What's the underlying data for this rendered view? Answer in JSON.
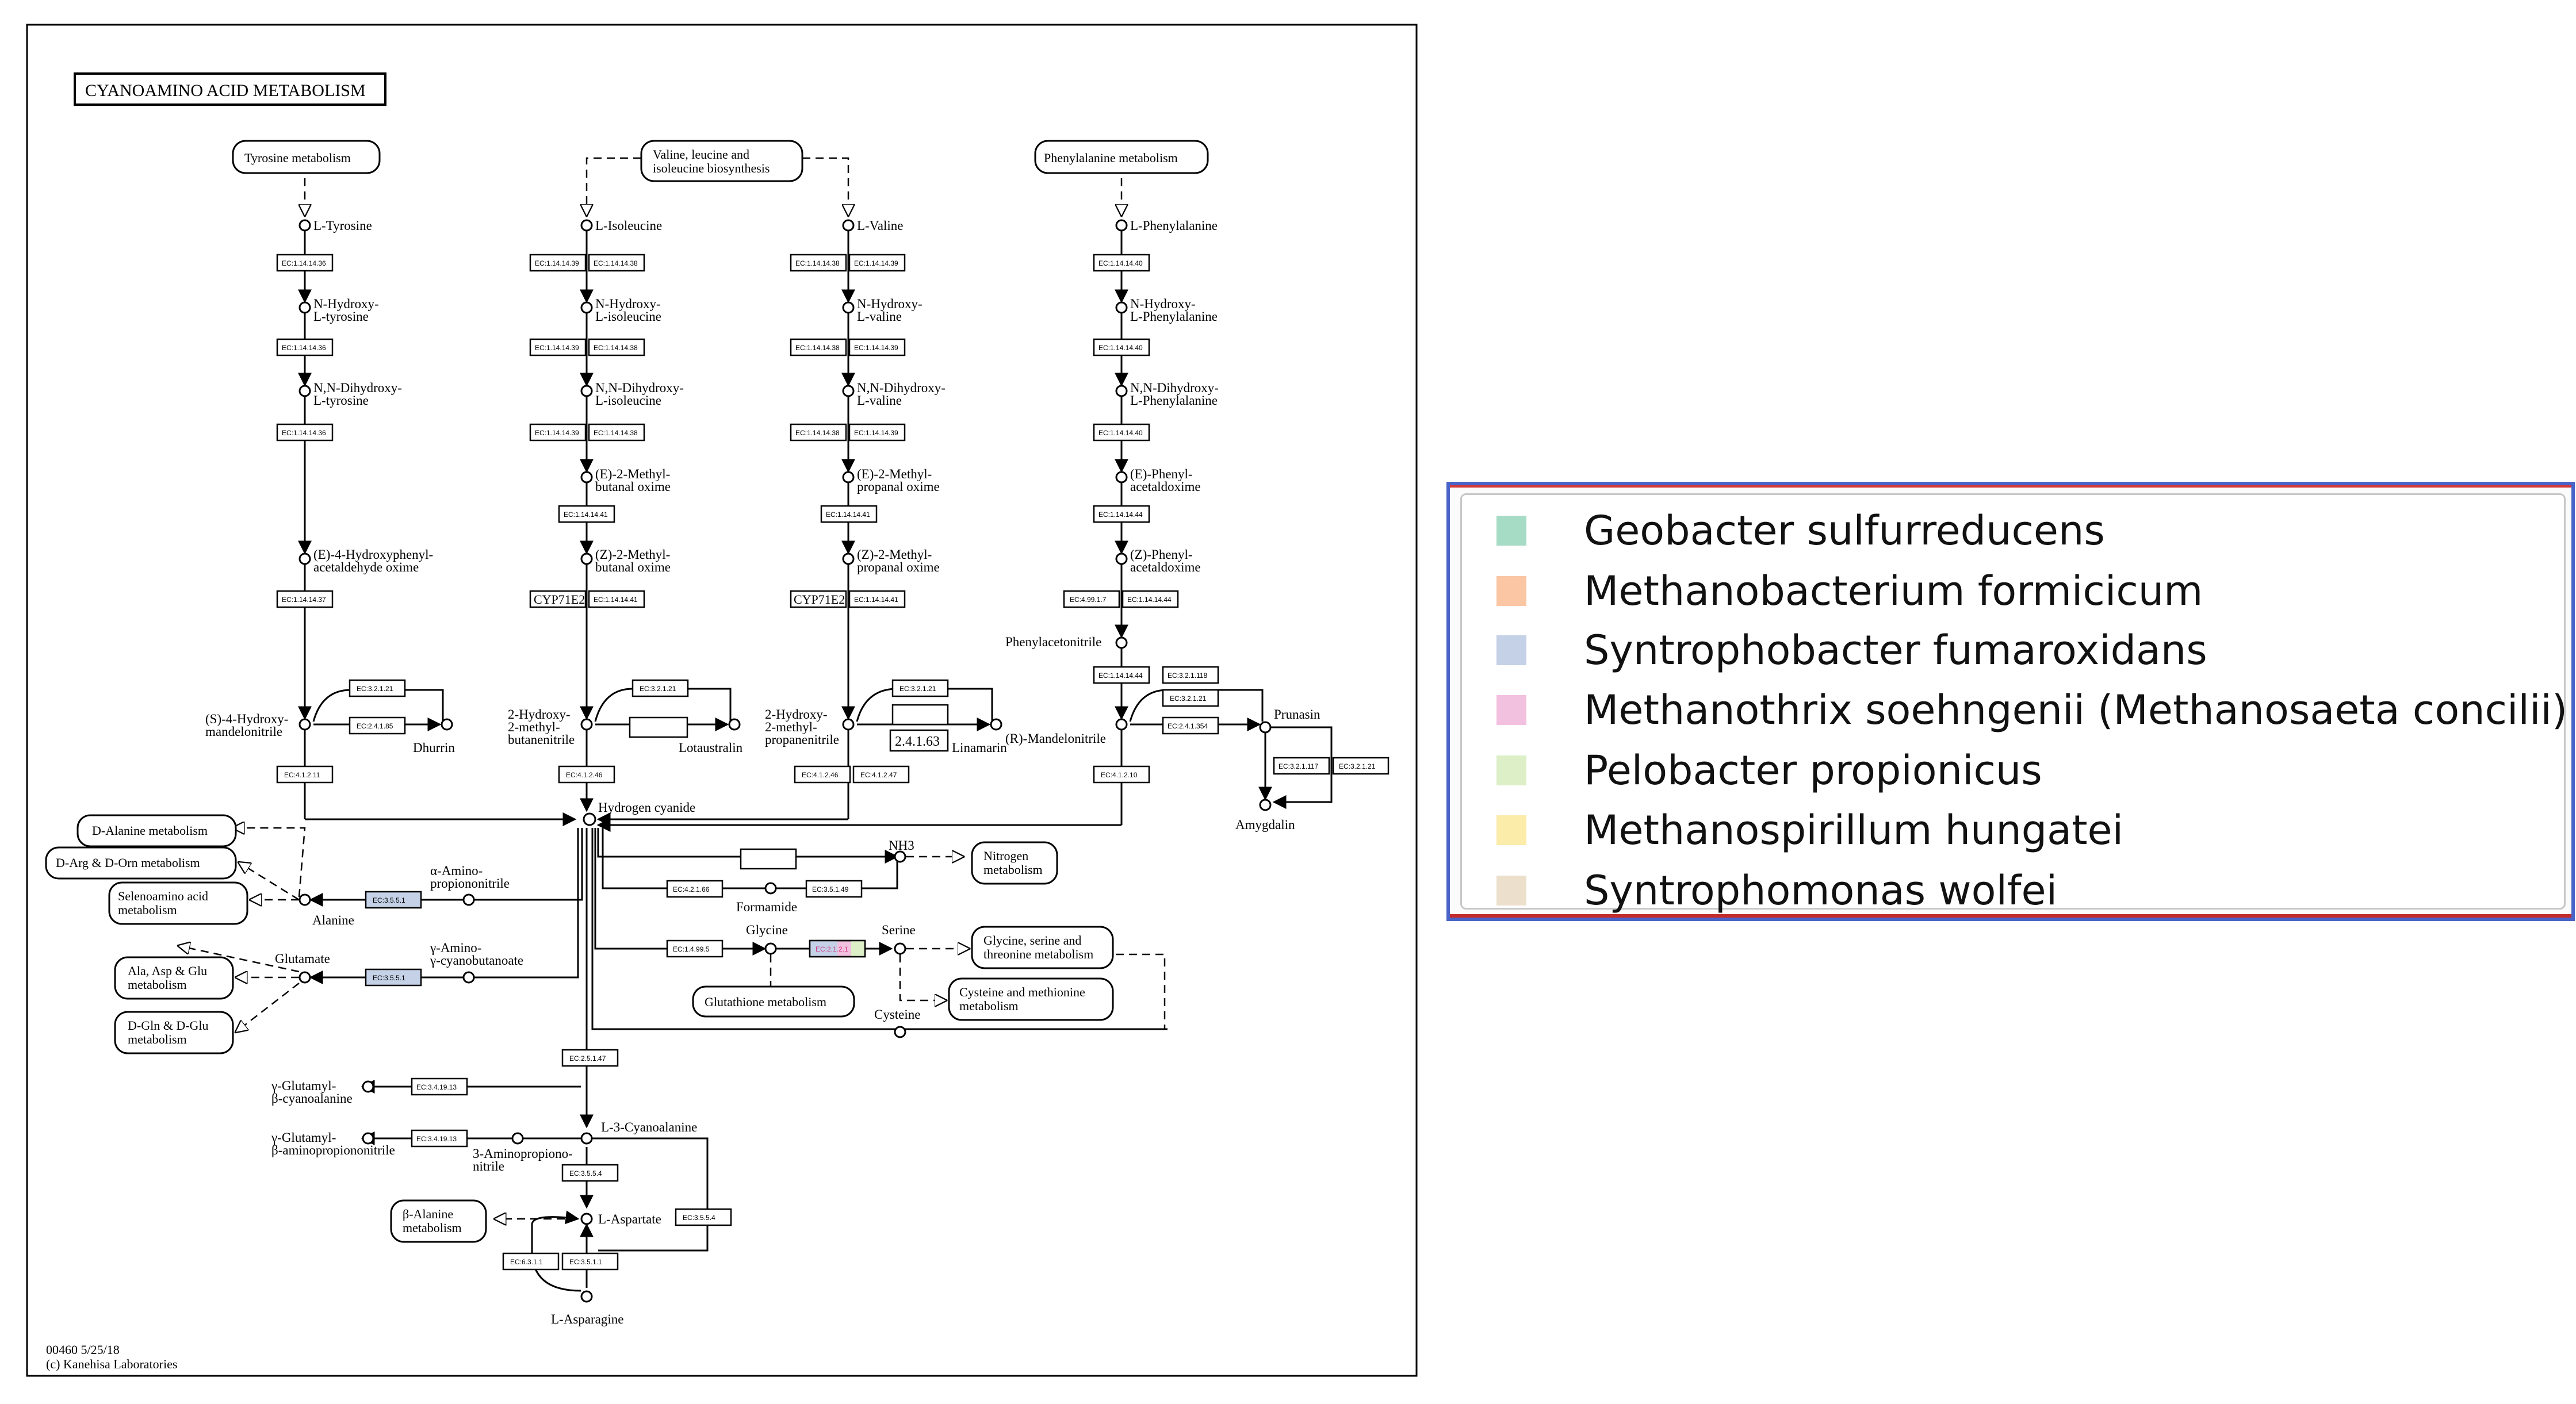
{
  "map": {
    "title": "CYANOAMINO ACID METABOLISM",
    "footer_id": "00460 5/25/18",
    "footer_copyright": "(c) Kanehisa Laboratories",
    "pathways": {
      "tyrosine": "Tyrosine metabolism",
      "valine1": "Valine, leucine and",
      "valine2": "isoleucine biosynthesis",
      "phenylalanine": "Phenylalanine metabolism",
      "d_alanine": "D-Alanine metabolism",
      "d_arg": "D-Arg & D-Orn metabolism",
      "seleno1": "Selenoamino acid",
      "seleno2": "metabolism",
      "ala1": "Ala, Asp & Glu",
      "ala2": "metabolism",
      "dgln1": "D-Gln & D-Glu",
      "dgln2": "metabolism",
      "nitrogen1": "Nitrogen",
      "nitrogen2": "metabolism",
      "glycine1": "Glycine, serine and",
      "glycine2": "threonine metabolism",
      "cysteine1": "Cysteine and methionine",
      "cysteine2": "metabolism",
      "glutathione": "Glutathione metabolism",
      "balanine1": "β-Alanine",
      "balanine2": "metabolism"
    },
    "compounds": {
      "l_tyrosine": "L-Tyrosine",
      "n_hydroxy_tyr1": "N-Hydroxy-",
      "n_hydroxy_tyr2": "L-tyrosine",
      "nn_tyr1": "N,N-Dihydroxy-",
      "nn_tyr2": "L-tyrosine",
      "e4_1": "(E)-4-Hydroxyphenyl-",
      "e4_2": "acetaldehyde oxime",
      "s4_1": "(S)-4-Hydroxy-",
      "s4_2": "mandelonitrile",
      "dhurrin": "Dhurrin",
      "l_isoleucine": "L-Isoleucine",
      "n_ile1": "N-Hydroxy-",
      "n_ile2": "L-isoleucine",
      "nn_ile1": "N,N-Dihydroxy-",
      "nn_ile2": "L-isoleucine",
      "e2m_but1": "(E)-2-Methyl-",
      "e2m_but2": "butanal oxime",
      "z2m_but1": "(Z)-2-Methyl-",
      "z2m_but2": "butanal oxime",
      "h2m_but1": "2-Hydroxy-",
      "h2m_but2": "2-methyl-",
      "h2m_but3": "butanenitrile",
      "lotaustralin": "Lotaustralin",
      "l_valine": "L-Valine",
      "n_val1": "N-Hydroxy-",
      "n_val2": "L-valine",
      "nn_val1": "N,N-Dihydroxy-",
      "nn_val2": "L-valine",
      "e2m_pro1": "(E)-2-Methyl-",
      "e2m_pro2": "propanal oxime",
      "z2m_pro1": "(Z)-2-Methyl-",
      "z2m_pro2": "propanal oxime",
      "h2m_pro1": "2-Hydroxy-",
      "h2m_pro2": "2-methyl-",
      "h2m_pro3": "propanenitrile",
      "linamarin": "Linamarin",
      "l_phe": "L-Phenylalanine",
      "n_phe1": "N-Hydroxy-",
      "n_phe2": "L-Phenylalanine",
      "nn_phe1": "N,N-Dihydroxy-",
      "nn_phe2": "L-Phenylalanine",
      "e_phenyl1": "(E)-Phenyl-",
      "e_phenyl2": "acetaldoxime",
      "z_phenyl1": "(Z)-Phenyl-",
      "z_phenyl2": "acetaldoxime",
      "phenylacetonitrile": "Phenylacetonitrile",
      "r_mandelo": "(R)-Mandelonitrile",
      "prunasin": "Prunasin",
      "amygdalin": "Amygdalin",
      "hcn": "Hydrogen cyanide",
      "nh3": "NH3",
      "formamide": "Formamide",
      "glycine": "Glycine",
      "serine": "Serine",
      "cysteine": "Cysteine",
      "alpha_amino1": "α-Amino-",
      "alpha_amino2": "propiononitrile",
      "alanine": "Alanine",
      "gamma_amino1": "γ-Amino-",
      "gamma_amino2": "γ-cyanobutanoate",
      "glutamate": "Glutamate",
      "gg_cyano1": "γ-Glutamyl-",
      "gg_cyano2": "β-cyanoalanine",
      "gg_amino1": "γ-Glutamyl-",
      "gg_amino2": "β-aminopropiononitrile",
      "l3_cyano": "L-3-Cyanoalanine",
      "aminoprop1": "3-Aminopropiono-",
      "aminoprop2": "nitrile",
      "l_asp": "L-Aspartate",
      "l_asn": "L-Asparagine"
    },
    "enzymes": {
      "e1": "EC:1.14.14.36",
      "e2": "EC:1.14.14.36",
      "e3": "EC:1.14.14.36",
      "e4": "EC:1.14.14.37",
      "e5": "EC:3.2.1.21",
      "e6": "EC:2.4.1.85",
      "e7": "EC:4.1.2.11",
      "i1a": "EC:1.14.14.39",
      "i1b": "EC:1.14.14.38",
      "i2a": "EC:1.14.14.39",
      "i2b": "EC:1.14.14.38",
      "i3a": "EC:1.14.14.39",
      "i3b": "EC:1.14.14.38",
      "i4": "EC:1.14.14.41",
      "i5a": "CYP71E2",
      "i5b": "EC:1.14.14.41",
      "i6": "EC:3.2.1.21",
      "i7": "EC:4.1.2.46",
      "v1a": "EC:1.14.14.38",
      "v1b": "EC:1.14.14.39",
      "v2a": "EC:1.14.14.38",
      "v2b": "EC:1.14.14.39",
      "v3a": "EC:1.14.14.38",
      "v3b": "EC:1.14.14.39",
      "v4": "EC:1.14.14.41",
      "v5a": "CYP71E2",
      "v5b": "EC:1.14.14.41",
      "v6": "EC:3.2.1.21",
      "v7": "2.4.1.63",
      "v8a": "EC:4.1.2.46",
      "v8b": "EC:4.1.2.47",
      "p1": "EC:1.14.14.40",
      "p2": "EC:1.14.14.40",
      "p3": "EC:1.14.14.40",
      "p4": "EC:1.14.14.44",
      "p5a": "EC:4.99.1.7",
      "p5b": "EC:1.14.14.44",
      "p6": "EC:1.14.14.44",
      "p7": "EC:3.2.1.118",
      "p8": "EC:3.2.1.21",
      "p9": "EC:2.4.1.354",
      "p10": "EC:4.1.2.10",
      "p11": "EC:3.2.1.117",
      "p12": "EC:3.2.1.21",
      "h1": "EC:4.2.1.66",
      "h2": "EC:3.5.1.49",
      "h3": "EC:1.4.99.5",
      "h4": "EC:2.1.2.1",
      "h5": "EC:3.5.5.1",
      "h6": "EC:3.5.5.1",
      "h7": "EC:2.5.1.47",
      "h8": "EC:3.4.19.13",
      "h9": "EC:3.4.19.13",
      "h10": "EC:3.5.5.4",
      "h11": "EC:3.5.5.4",
      "h12": "EC:6.3.1.1",
      "h13": "EC:3.5.1.1"
    }
  },
  "colors": {
    "geobacter": "#a6dbc5",
    "methanobacterium": "#fbc6a4",
    "syntrophobacter": "#c4d1e6",
    "methanothrix": "#f2c1e0",
    "pelobacter": "#dcefc7",
    "methanospirillum": "#fbecaa",
    "syntrophomonas": "#ece0cd"
  },
  "legend": {
    "items": [
      {
        "label": "Geobacter sulfurreducens",
        "color": "#a6dbc5"
      },
      {
        "label": "Methanobacterium formicicum",
        "color": "#fbc6a4"
      },
      {
        "label": "Syntrophobacter fumaroxidans",
        "color": "#c4d1e6"
      },
      {
        "label": "Methanothrix soehngenii (Methanosaeta concilii)",
        "color": "#f2c1e0"
      },
      {
        "label": "Pelobacter propionicus",
        "color": "#dcefc7"
      },
      {
        "label": "Methanospirillum hungatei",
        "color": "#fbecaa"
      },
      {
        "label": "Syntrophomonas wolfei",
        "color": "#ece0cd"
      }
    ]
  }
}
